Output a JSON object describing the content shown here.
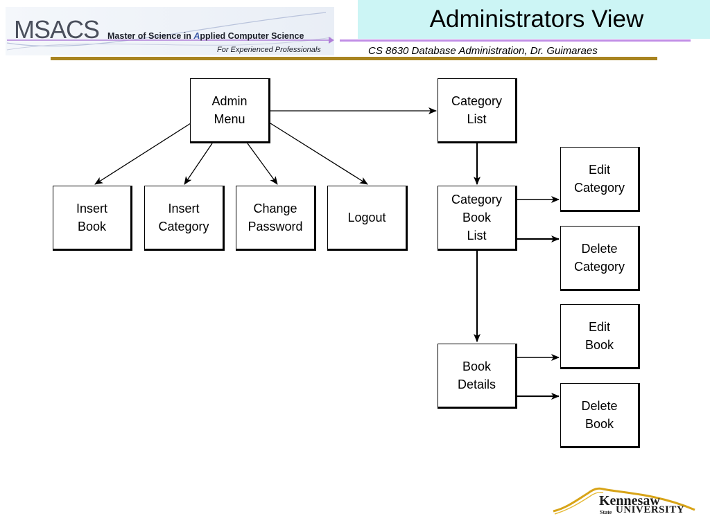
{
  "header": {
    "logo_mark": "MSACS",
    "logo_program_prefix": "Master of Science in ",
    "logo_program_a": "A",
    "logo_program_rest": "pplied Computer Science",
    "logo_tagline": "For Experienced Professionals",
    "title": "Administrators View",
    "course": "CS 8630 Database Administration, Dr. Guimaraes"
  },
  "colors": {
    "title_background": "#ccf5f5",
    "violet_rule": "#c18ee6",
    "gold_rule": "#a88420",
    "logo_accent": "#3d5aa8"
  },
  "diagram": {
    "nodes": [
      {
        "id": "admin-menu",
        "label": "Admin\nMenu"
      },
      {
        "id": "insert-book",
        "label": "Insert\nBook"
      },
      {
        "id": "insert-category",
        "label": "Insert\nCategory"
      },
      {
        "id": "change-password",
        "label": "Change\nPassword"
      },
      {
        "id": "logout",
        "label": "Logout"
      },
      {
        "id": "category-list",
        "label": "Category\nList"
      },
      {
        "id": "category-book-list",
        "label": "Category\nBook\nList"
      },
      {
        "id": "edit-category",
        "label": "Edit\nCategory"
      },
      {
        "id": "delete-category",
        "label": "Delete\nCategory"
      },
      {
        "id": "book-details",
        "label": "Book\nDetails"
      },
      {
        "id": "edit-book",
        "label": "Edit\nBook"
      },
      {
        "id": "delete-book",
        "label": "Delete\nBook"
      }
    ],
    "edges": [
      {
        "from": "admin-menu",
        "to": "insert-book"
      },
      {
        "from": "admin-menu",
        "to": "insert-category"
      },
      {
        "from": "admin-menu",
        "to": "change-password"
      },
      {
        "from": "admin-menu",
        "to": "logout"
      },
      {
        "from": "admin-menu",
        "to": "category-list"
      },
      {
        "from": "category-list",
        "to": "category-book-list"
      },
      {
        "from": "category-book-list",
        "to": "edit-category"
      },
      {
        "from": "category-book-list",
        "to": "delete-category"
      },
      {
        "from": "category-book-list",
        "to": "book-details"
      },
      {
        "from": "book-details",
        "to": "edit-book"
      },
      {
        "from": "book-details",
        "to": "delete-book"
      }
    ]
  },
  "footer": {
    "logo_line1": "Kennesaw",
    "logo_state": "State",
    "logo_line2": "UNIVERSITY"
  }
}
